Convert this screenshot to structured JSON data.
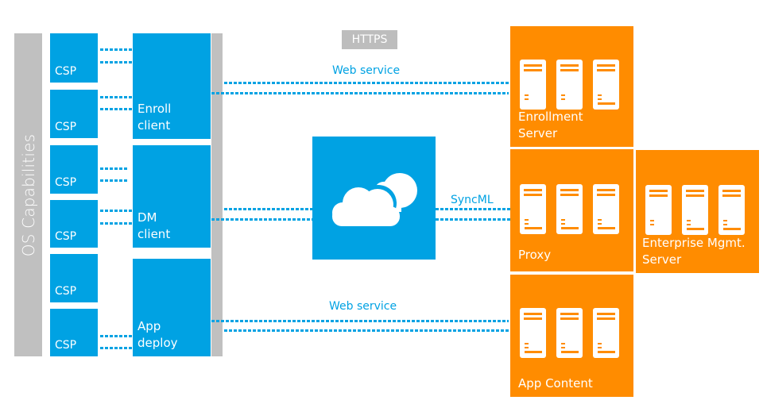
{
  "os_capabilities": {
    "label": "OS Capabilities"
  },
  "csps": [
    {
      "label": "CSP"
    },
    {
      "label": "CSP"
    },
    {
      "label": "CSP"
    },
    {
      "label": "CSP"
    },
    {
      "label": "CSP"
    },
    {
      "label": "CSP"
    }
  ],
  "clients": [
    {
      "label": "Enroll\nclient"
    },
    {
      "label": "DM\nclient"
    },
    {
      "label": "App\ndeploy"
    }
  ],
  "protocol_badge": {
    "label": "HTTPS"
  },
  "connections": {
    "top": {
      "label": "Web service"
    },
    "middle": {
      "label": "SyncML"
    },
    "bottom": {
      "label": "Web service"
    }
  },
  "cloud": {
    "icon": "cloud-icon"
  },
  "servers": [
    {
      "label": "Enrollment\nServer",
      "icon": "server-rack-icon"
    },
    {
      "label": "Proxy",
      "icon": "server-rack-icon"
    },
    {
      "label": "Enterprise Mgmt.\nServer",
      "icon": "server-rack-icon"
    },
    {
      "label": "App Content",
      "icon": "server-rack-icon"
    }
  ],
  "colors": {
    "device_blue": "#00a2e3",
    "server_orange": "#ff8c00",
    "bar_gray": "#c0c0c0",
    "badge_gray": "#bdbdbd"
  }
}
